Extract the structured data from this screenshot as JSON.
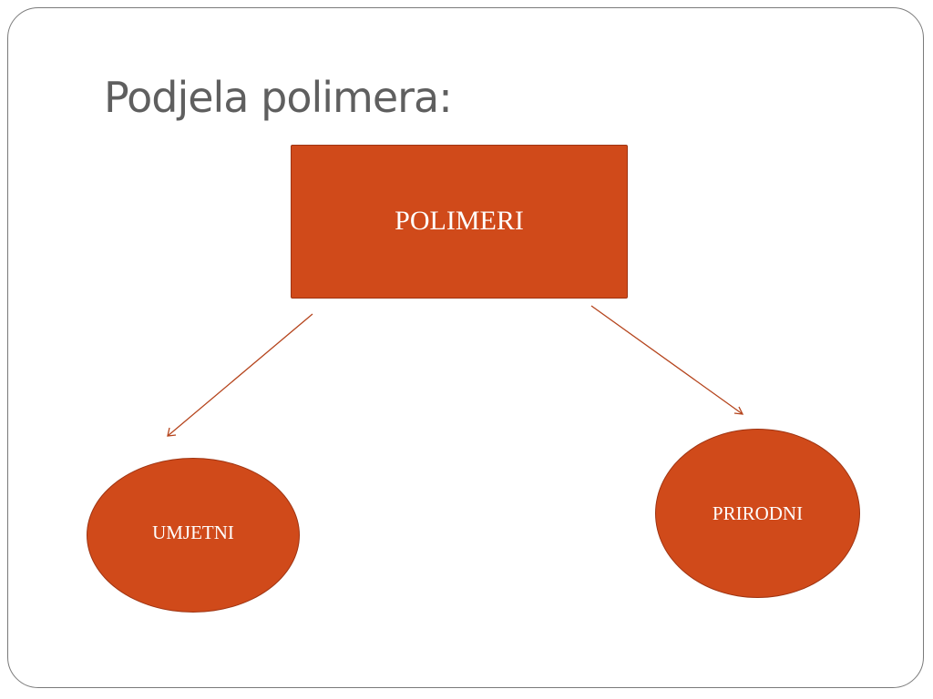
{
  "slide": {
    "title": "Podjela polimera:"
  },
  "diagram": {
    "root": {
      "label": "POLIMERI"
    },
    "children": [
      {
        "label": "UMJETNI"
      },
      {
        "label": "PRIRODNI"
      }
    ],
    "edges": [
      {
        "from": "POLIMERI",
        "to": "UMJETNI"
      },
      {
        "from": "POLIMERI",
        "to": "PRIRODNI"
      }
    ]
  },
  "colors": {
    "node_fill": "#d04a1a",
    "arrow": "#b5441c",
    "title_text": "#5f5f5f",
    "node_text": "#ffffff"
  }
}
